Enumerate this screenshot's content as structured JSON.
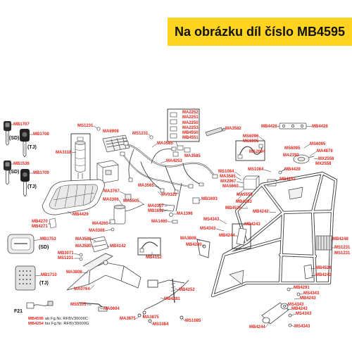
{
  "header": {
    "title": "Na obrázku díl číslo MB4595"
  },
  "colors": {
    "header_bg": "#FFD320",
    "part_label": "#E3241B",
    "line_art": "#474747"
  },
  "labels": [
    "MB1707",
    "MB1708",
    "MB1536",
    "MB1709",
    "MS1231",
    "MA6908",
    "MS1231",
    "MA3118",
    "MA3585",
    "MA4253",
    "MA3585",
    "MA2252",
    "MA2251",
    "MA2250",
    "MA2253",
    "MB4550",
    "MB4551",
    "MA3582",
    "MB4428",
    "MB4428",
    "MS6096",
    "MS6095",
    "MS6095",
    "MS6095",
    "MA4876",
    "MA2094",
    "MA2192",
    "MX2558",
    "MX2558",
    "MB4429",
    "MS1084",
    "MS1084",
    "MA3585",
    "MX2967",
    "MA5660",
    "MB4251",
    "MA3565",
    "MA3767",
    "MV0322",
    "MA5559",
    "MB4283",
    "MB1693",
    "MA0306",
    "MA5505",
    "MA0307",
    "MB1692",
    "MA1396",
    "MB4526",
    "MB4242",
    "MB4429",
    "MA1460",
    "MS4343",
    "MB4243",
    "MS4343",
    "MB4270",
    "MB4271",
    "MA4260",
    "MA0308",
    "MA3808",
    "MB4244",
    "MB4280",
    "MA3586",
    "MA3580",
    "MB4142",
    "MB1753",
    "MB4152",
    "MB3071",
    "MS1231",
    "MB4248",
    "MS1231",
    "MS1231",
    "MA3808",
    "MB1710",
    "MB4526",
    "MB4242",
    "MA0764",
    "MB4252",
    "MB4291",
    "MS4343",
    "MB4281",
    "MB4243",
    "MS5105",
    "MA0604",
    "MS4343",
    "MB4243",
    "MS4343",
    "MA3875",
    "MA3875",
    "MS1084",
    "MS1085",
    "MB4244",
    "MS4343"
  ],
  "variants": [
    "(SD)",
    "(TJ)",
    "(SD)",
    "(TJ)",
    "(SD)",
    "(TJ)"
  ],
  "footnote": {
    "ref": "F21",
    "lines": [
      {
        "part": "MB4595",
        "text": "ab Fg.Nr. RFBV30000C"
      },
      {
        "part": "MB4254",
        "text": "bis Fg.Nr. RFBV30000G"
      }
    ]
  }
}
